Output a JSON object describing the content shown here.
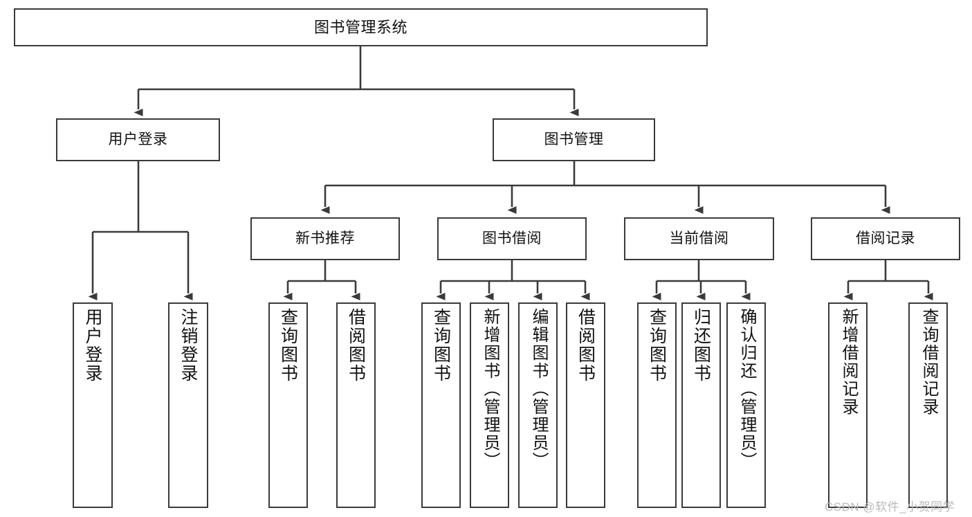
{
  "diagram": {
    "title": "图书管理系统",
    "type": "tree",
    "root": "图书管理系统",
    "level2": [
      {
        "id": "user-login",
        "label": "用户登录"
      },
      {
        "id": "book-management",
        "label": "图书管理"
      }
    ],
    "level3": [
      {
        "id": "new-book-recommend",
        "label": "新书推荐",
        "parent": "book-management"
      },
      {
        "id": "book-borrow",
        "label": "图书借阅",
        "parent": "book-management"
      },
      {
        "id": "current-borrow",
        "label": "当前借阅",
        "parent": "book-management"
      },
      {
        "id": "borrow-record",
        "label": "借阅记录",
        "parent": "book-management"
      }
    ],
    "leaves": [
      {
        "id": "leaf-user-login",
        "label": "用户登录",
        "parent": "user-login"
      },
      {
        "id": "leaf-logout-login",
        "label": "注销登录",
        "parent": "user-login"
      },
      {
        "id": "leaf-query-book-1",
        "label": "查询图书",
        "parent": "new-book-recommend"
      },
      {
        "id": "leaf-borrow-book-1",
        "label": "借阅图书",
        "parent": "new-book-recommend"
      },
      {
        "id": "leaf-query-book-2",
        "label": "查询图书",
        "parent": "book-borrow"
      },
      {
        "id": "leaf-add-book-admin",
        "label": "新增图书（管理员）",
        "parent": "book-borrow"
      },
      {
        "id": "leaf-edit-book-admin",
        "label": "编辑图书（管理员）",
        "parent": "book-borrow"
      },
      {
        "id": "leaf-borrow-book-2",
        "label": "借阅图书",
        "parent": "book-borrow"
      },
      {
        "id": "leaf-query-book-3",
        "label": "查询图书",
        "parent": "current-borrow"
      },
      {
        "id": "leaf-return-book",
        "label": "归还图书",
        "parent": "current-borrow"
      },
      {
        "id": "leaf-confirm-return-admin",
        "label": "确认归还（管理员）",
        "parent": "current-borrow"
      },
      {
        "id": "leaf-add-borrow-record",
        "label": "新增借阅记录",
        "parent": "borrow-record"
      },
      {
        "id": "leaf-query-borrow-record",
        "label": "查询借阅记录",
        "parent": "borrow-record"
      }
    ],
    "watermark": "CSDN @软件_小贺同学",
    "colors": {
      "stroke": "#3a3a3a",
      "background": "#ffffff",
      "text": "#111111",
      "watermark": "#b9b9b9"
    }
  }
}
